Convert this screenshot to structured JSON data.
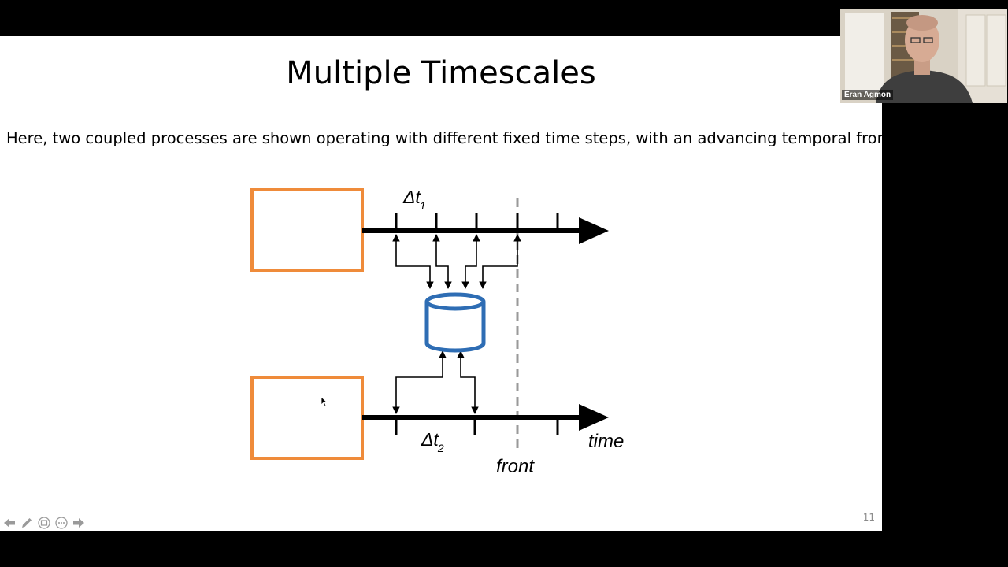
{
  "slide": {
    "title": "Multiple Timescales",
    "body_text": "Here, two coupled processes are shown operating with different fixed time steps, with an advancing temporal front.",
    "slide_number": "11"
  },
  "diagram": {
    "label_dt1": "Δt",
    "label_dt1_sub": "1",
    "label_dt2": "Δt",
    "label_dt2_sub": "2",
    "label_time": "time",
    "label_front": "front"
  },
  "webcam": {
    "participant_name": "Eran Agmon"
  },
  "toolbar": {
    "icons": [
      "back-arrow-icon",
      "pen-icon",
      "slides-grid-icon",
      "more-options-icon",
      "forward-arrow-icon"
    ]
  },
  "colors": {
    "process_box": "#ef8b3a",
    "store": "#2e6db4",
    "axis": "#000000",
    "front_line": "#999999"
  }
}
